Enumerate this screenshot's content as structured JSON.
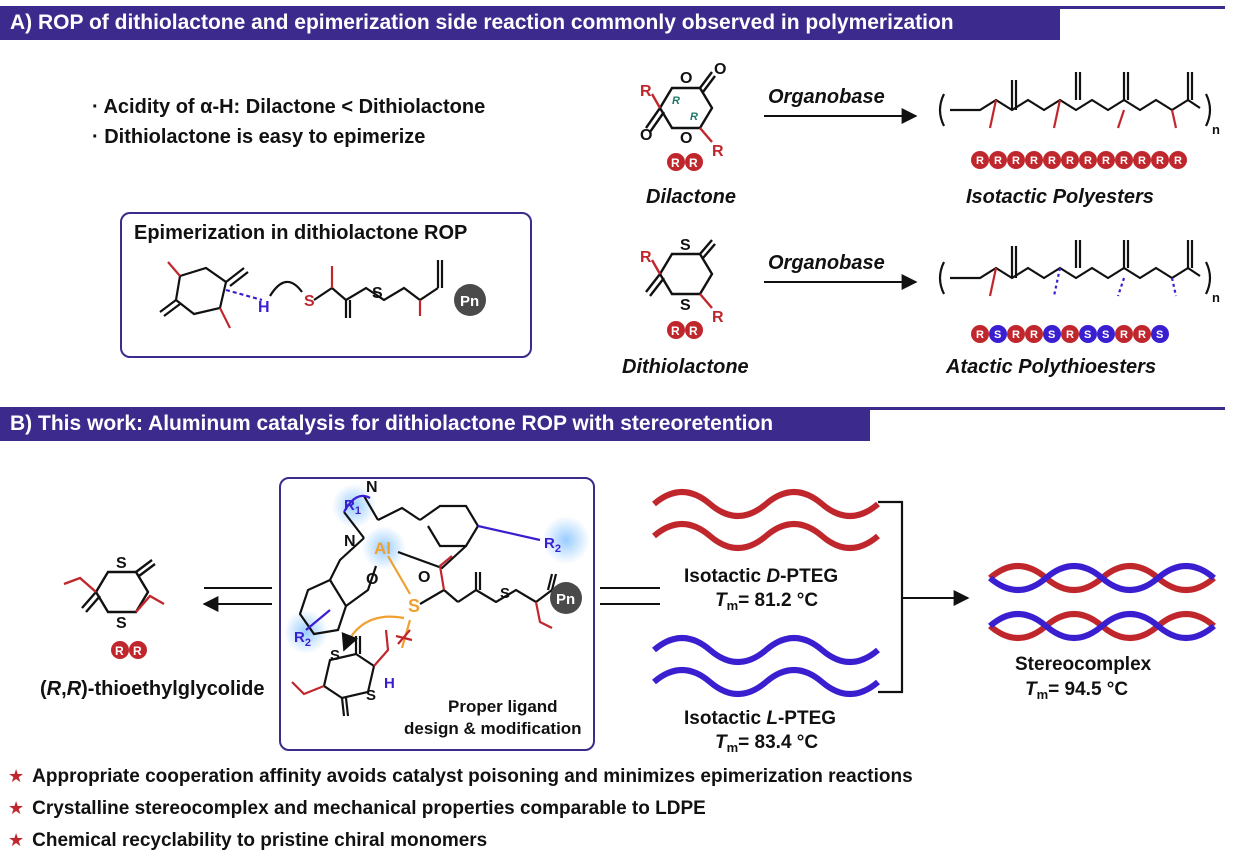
{
  "panel_a": {
    "header": "A)  ROP of dithiolactone and epimerization side reaction commonly observed in polymerization",
    "bullets": [
      "· Acidity of α-H: Dilactone < Dithiolactone",
      "· Dithiolactone is easy to epimerize"
    ],
    "epimerization_box_title": "Epimerization in dithiolactone ROP",
    "reagent_top": "Organobase",
    "reagent_bottom": "Organobase",
    "monomer_top": "Dilactone",
    "monomer_bottom": "Dithiolactone",
    "product_top": "Isotactic  Polyesters",
    "product_bottom": "Atactic  Polythioesters",
    "bead_R": "R",
    "bead_S": "S",
    "subscript_n": "n",
    "atom_O": "O",
    "atom_S": "S",
    "atom_H": "H",
    "atom_Pn": "Pn",
    "stereo_R": "R"
  },
  "panel_b": {
    "header": "B)  This work: Aluminum catalysis for dithiolactone ROP with stereoretention",
    "monomer_label": "(R,R)-thioethylglycolide",
    "catalyst_note_line1": "Proper ligand",
    "catalyst_note_line2": "design & modification",
    "ligand_r1": "R",
    "ligand_r1_sub": "1",
    "ligand_r2": "R",
    "ligand_r2_sub": "2",
    "metal": "Al",
    "polymer_d_label": "Isotactic D-PTEG",
    "polymer_d_tm": "= 81.2 °C",
    "polymer_l_label": "Isotactic L-PTEG",
    "polymer_l_tm": "= 83.4 °C",
    "stereocomplex_label": "Stereocomplex",
    "stereocomplex_tm": "= 94.5 °C",
    "tm_symbol": "T",
    "tm_subscript": "m"
  },
  "highlights": [
    "Appropriate cooperation affinity avoids catalyst poisoning and minimizes epimerization reactions",
    "Crystalline stereocomplex and mechanical properties comparable to LDPE",
    "Chemical recyclability to pristine chiral monomers"
  ],
  "colors": {
    "banner": "#3c2b8c",
    "red": "#c0272d",
    "blue": "#3a1fd0",
    "orange": "#f0a030",
    "teal": "#1f7a6a",
    "gray": "#4a4a4a"
  }
}
